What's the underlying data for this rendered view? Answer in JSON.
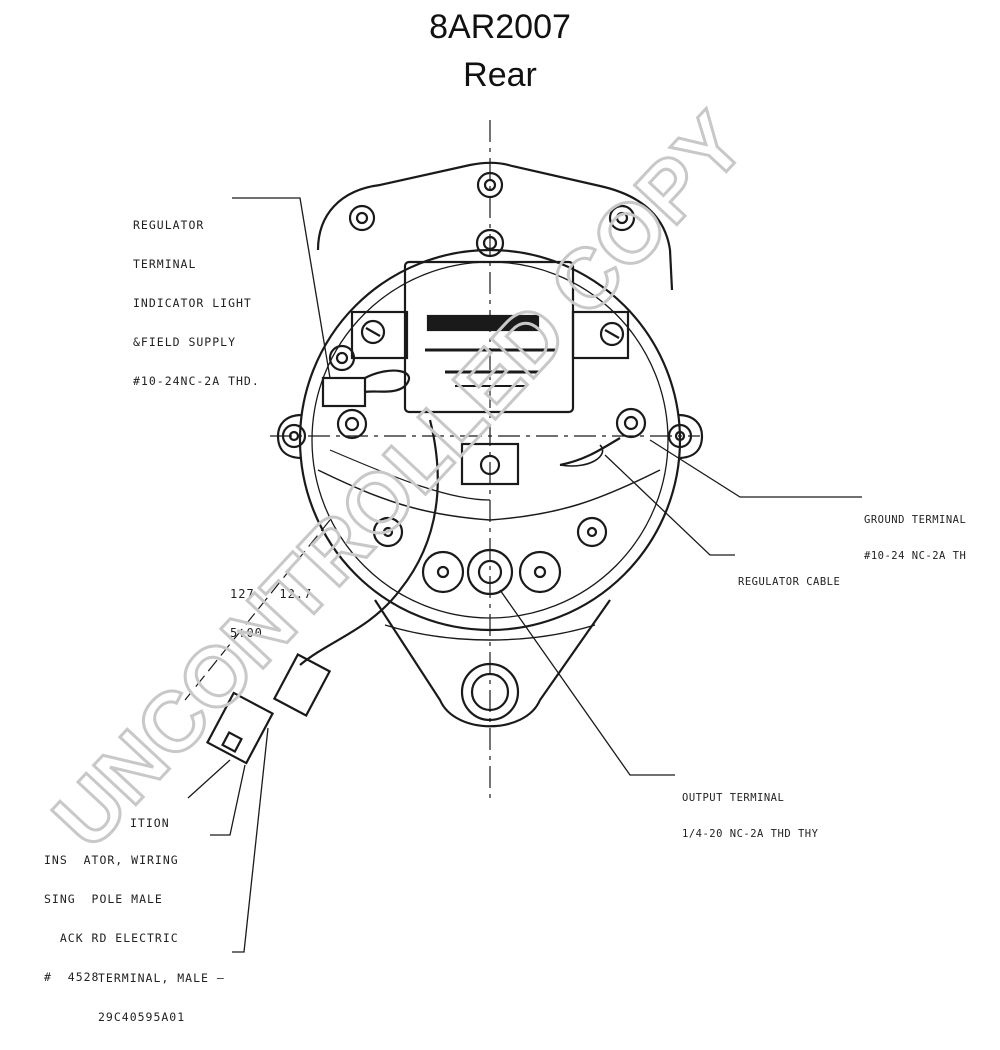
{
  "header": {
    "part_number": "8AR2007",
    "view": "Rear"
  },
  "callouts": {
    "regulator_terminal": [
      "REGULATOR",
      "TERMINAL",
      "INDICATOR LIGHT",
      "&FIELD SUPPLY",
      "#10-24NC-2A THD."
    ],
    "ground_terminal": [
      "GROUND TERMINAL",
      "#10-24 NC-2A TH"
    ],
    "regulator_cable": [
      "REGULATOR CABLE"
    ],
    "dimension": [
      "127   12.7",
      "5.00"
    ],
    "ignition": [
      "ITION"
    ],
    "insulator": [
      "INS  ATOR, WIRING",
      "SING  POLE MALE",
      "  ACK RD ELECTRIC",
      "#  4528"
    ],
    "output_terminal": [
      "OUTPUT TERMINAL",
      "1/4-20 NC-2A THD THY"
    ],
    "terminal_male": [
      "TERMINAL, MALE —",
      "29C40595A01"
    ]
  },
  "watermark": {
    "text": "UNCONTROLLED COPY",
    "color": "#c8c8c8"
  },
  "colors": {
    "line": "#1a1a1a",
    "background": "#ffffff"
  }
}
